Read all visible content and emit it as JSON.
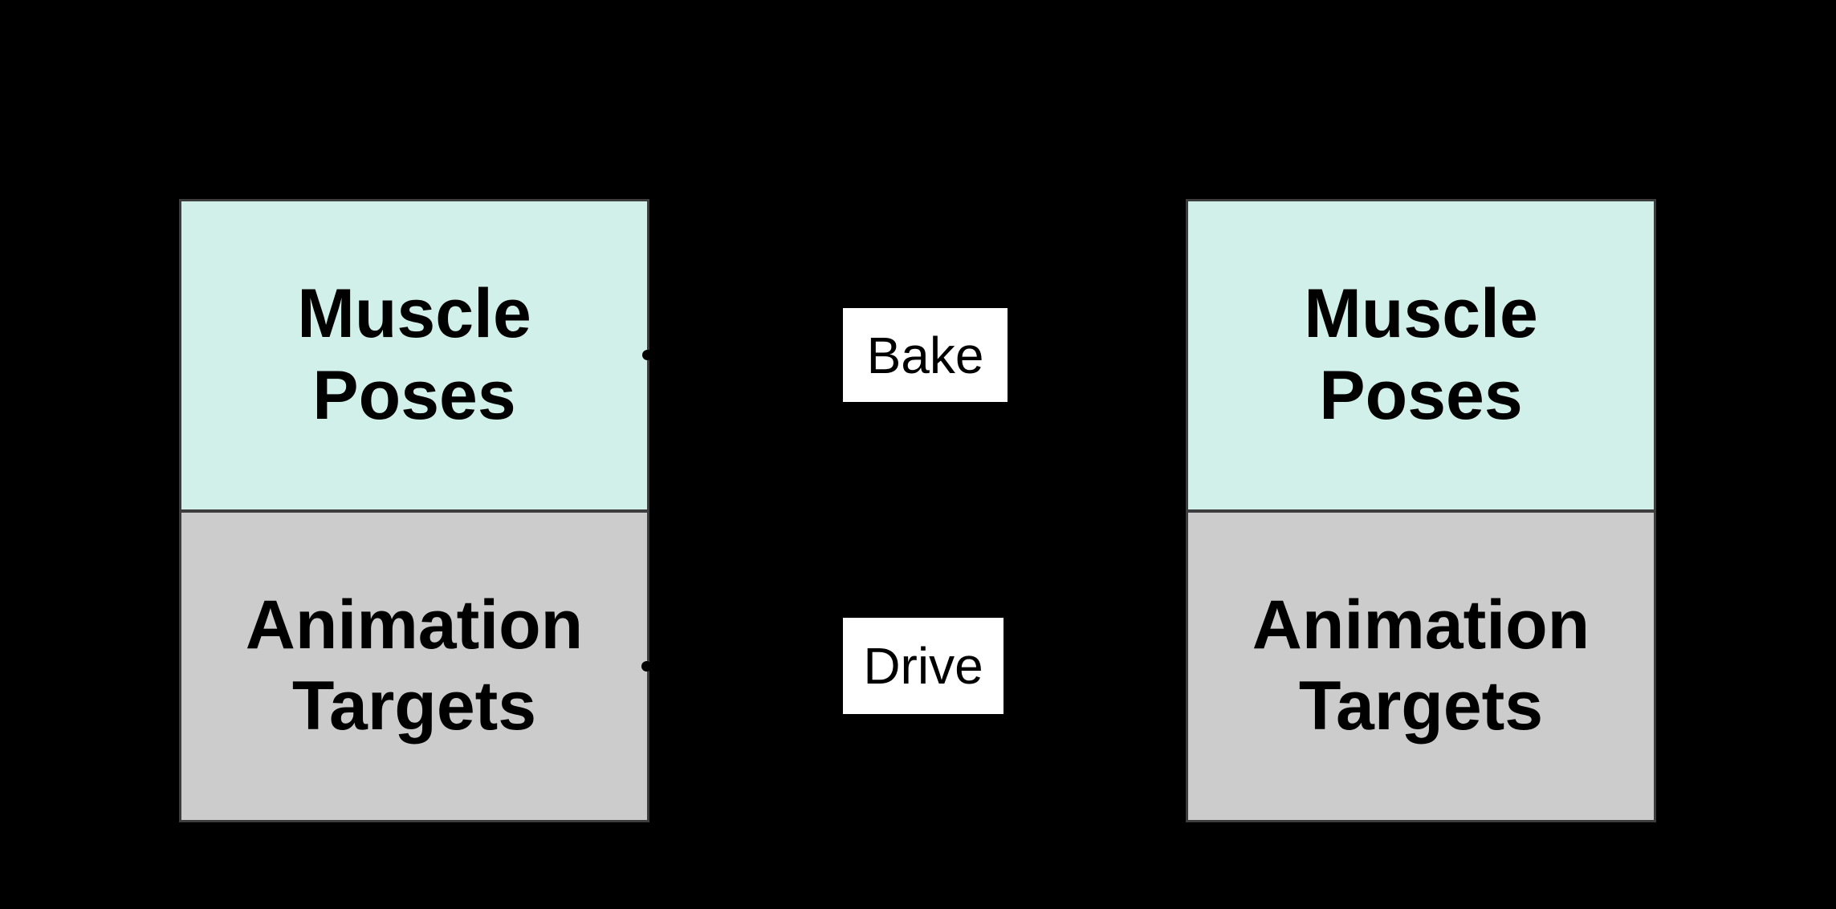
{
  "colors": {
    "background": "#000000",
    "box_border": "#3d3d3d",
    "muscle_poses_fill": "#d1f0ea",
    "animation_targets_fill": "#cccccc",
    "label_bg": "#ffffff",
    "text": "#000000"
  },
  "diagram": {
    "left_box": {
      "sections": [
        {
          "label": "Muscle Poses"
        },
        {
          "label": "Animation Targets"
        }
      ]
    },
    "right_box": {
      "sections": [
        {
          "label": "Muscle Poses"
        },
        {
          "label": "Animation Targets"
        }
      ]
    },
    "edges": [
      {
        "label": "Bake"
      },
      {
        "label": "Drive"
      }
    ]
  }
}
